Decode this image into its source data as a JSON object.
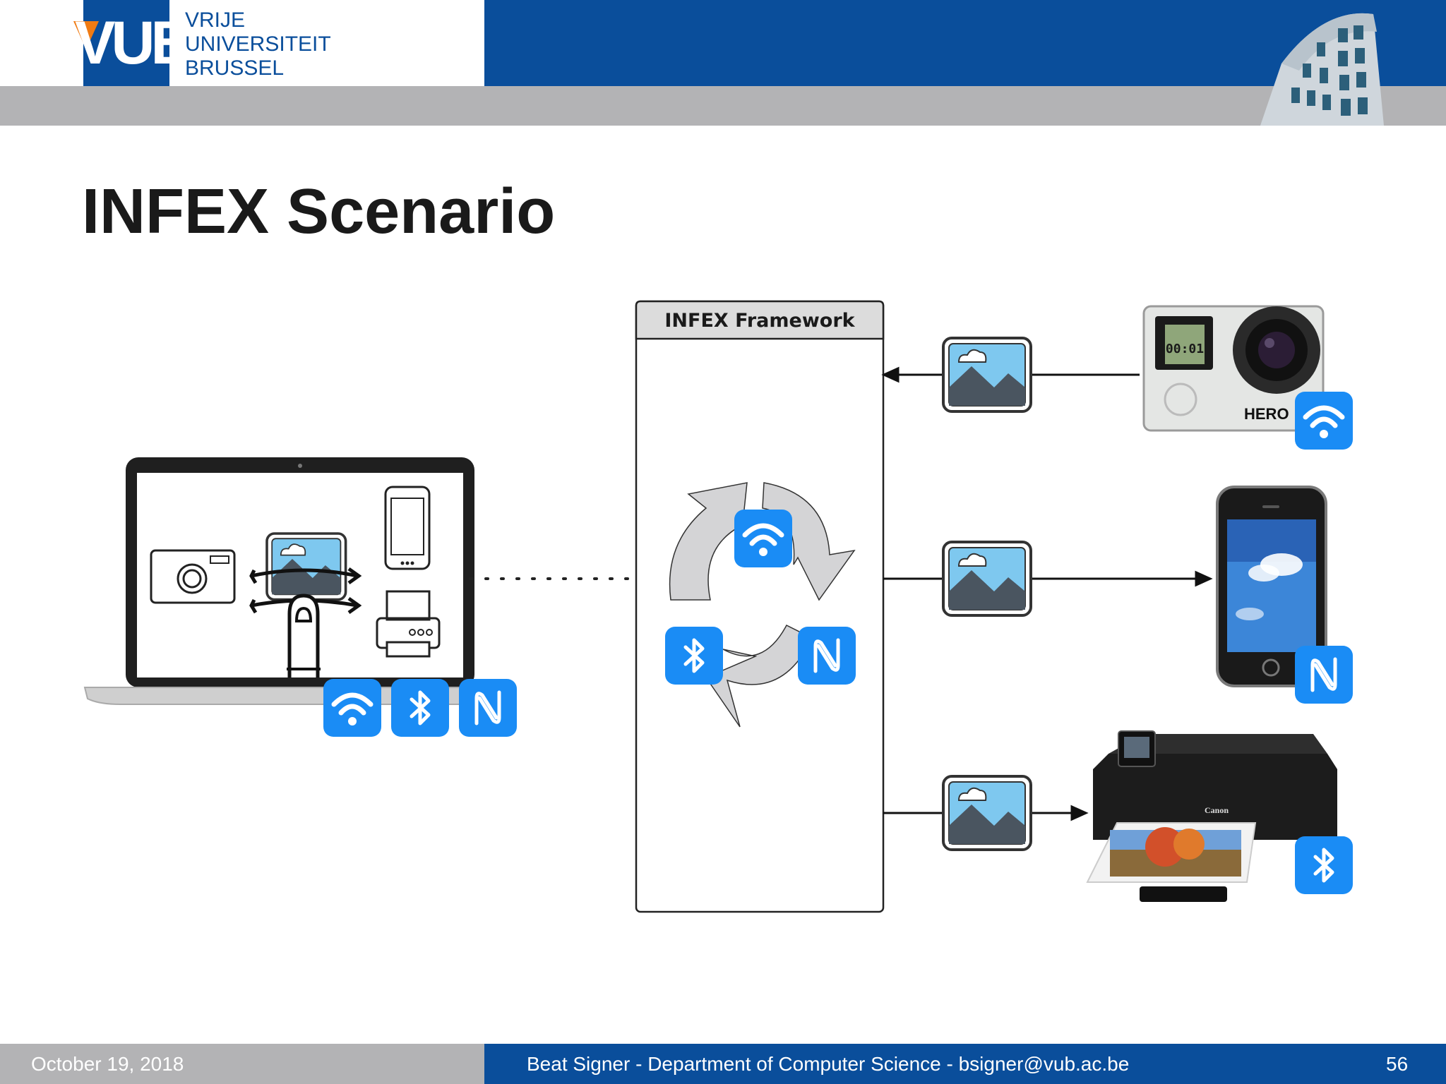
{
  "header": {
    "logo_mark": "VUB",
    "logo_lines": [
      "VRIJE",
      "UNIVERSITEIT",
      "BRUSSEL"
    ],
    "colors": {
      "blue": "#0a4e9b",
      "gray": "#b3b3b5",
      "accent": "#f07b13"
    }
  },
  "slide": {
    "title": "INFEX Scenario"
  },
  "diagram": {
    "framework_label": "INFEX Framework",
    "camera_brand": "HERO",
    "camera_display": "00:01",
    "printer_brand": "Canon",
    "icons": {
      "wifi": "wifi-icon",
      "bluetooth": "bluetooth-icon",
      "nfc": "nfc-icon",
      "image": "image-icon"
    },
    "icon_color": "#1a8cf5"
  },
  "footer": {
    "date": "October 19, 2018",
    "author": "Beat Signer - Department of Computer Science - bsigner@vub.ac.be",
    "page": "56"
  }
}
